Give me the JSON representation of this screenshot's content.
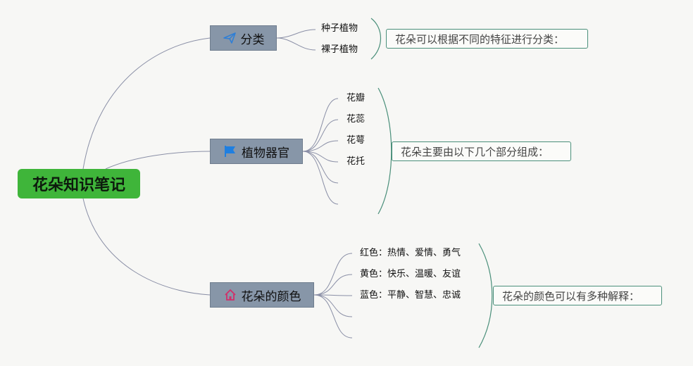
{
  "root": {
    "label": "花朵知识笔记"
  },
  "topics": [
    {
      "label": "分类",
      "icon": "paper-plane-icon",
      "children": [
        "种子植物",
        "裸子植物"
      ],
      "summary": "花朵可以根据不同的特征进行分类："
    },
    {
      "label": "植物器官",
      "icon": "flag-icon",
      "children": [
        "花瓣",
        "花蕊",
        "花萼",
        "花托",
        "",
        ""
      ],
      "summary": "花朵主要由以下几个部分组成："
    },
    {
      "label": "花朵的颜色",
      "icon": "home-icon",
      "children": [
        "红色：热情、爱情、勇气",
        "黄色：快乐、温暖、友谊",
        "蓝色：平静、智慧、忠诚",
        "",
        ""
      ],
      "summary": "花朵的颜色可以有多种解释："
    }
  ],
  "colors": {
    "root_fill": "#3fb53a",
    "topic_fill": "#8796a8",
    "connector": "#8a8fa6",
    "bracket": "#4a8f7a",
    "paper_plane_icon": "#2f7fd6",
    "flag_icon": "#1f7fe0",
    "home_icon": "#d0306a"
  }
}
